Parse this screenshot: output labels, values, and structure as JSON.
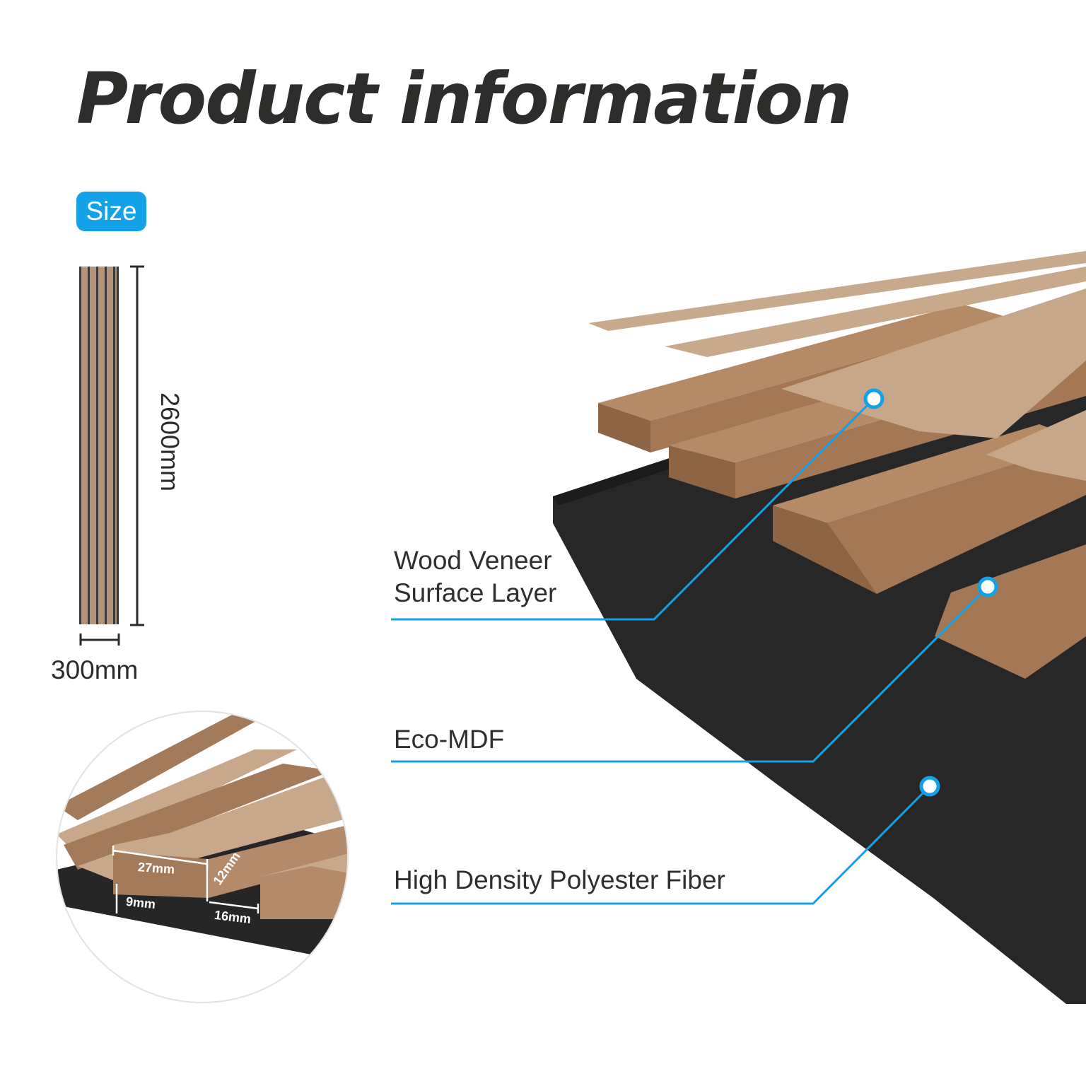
{
  "title": "Product information",
  "size_badge": "Size",
  "dimensions": {
    "length": "2600mm",
    "width": "300mm"
  },
  "detail": {
    "slat_width": "27mm",
    "slat_height": "12mm",
    "backing_thickness": "9mm",
    "gap": "16mm"
  },
  "layers": [
    {
      "label_lines": [
        "Wood Veneer",
        "Surface Layer"
      ]
    },
    {
      "label_lines": [
        "Eco-MDF"
      ]
    },
    {
      "label_lines": [
        "High Density Polyester Fiber"
      ]
    }
  ],
  "colors": {
    "accent": "#13a2e8",
    "title": "#2d2d2b",
    "veneer": "#c9a98c",
    "mdf": "#a07657",
    "felt": "#252525"
  }
}
